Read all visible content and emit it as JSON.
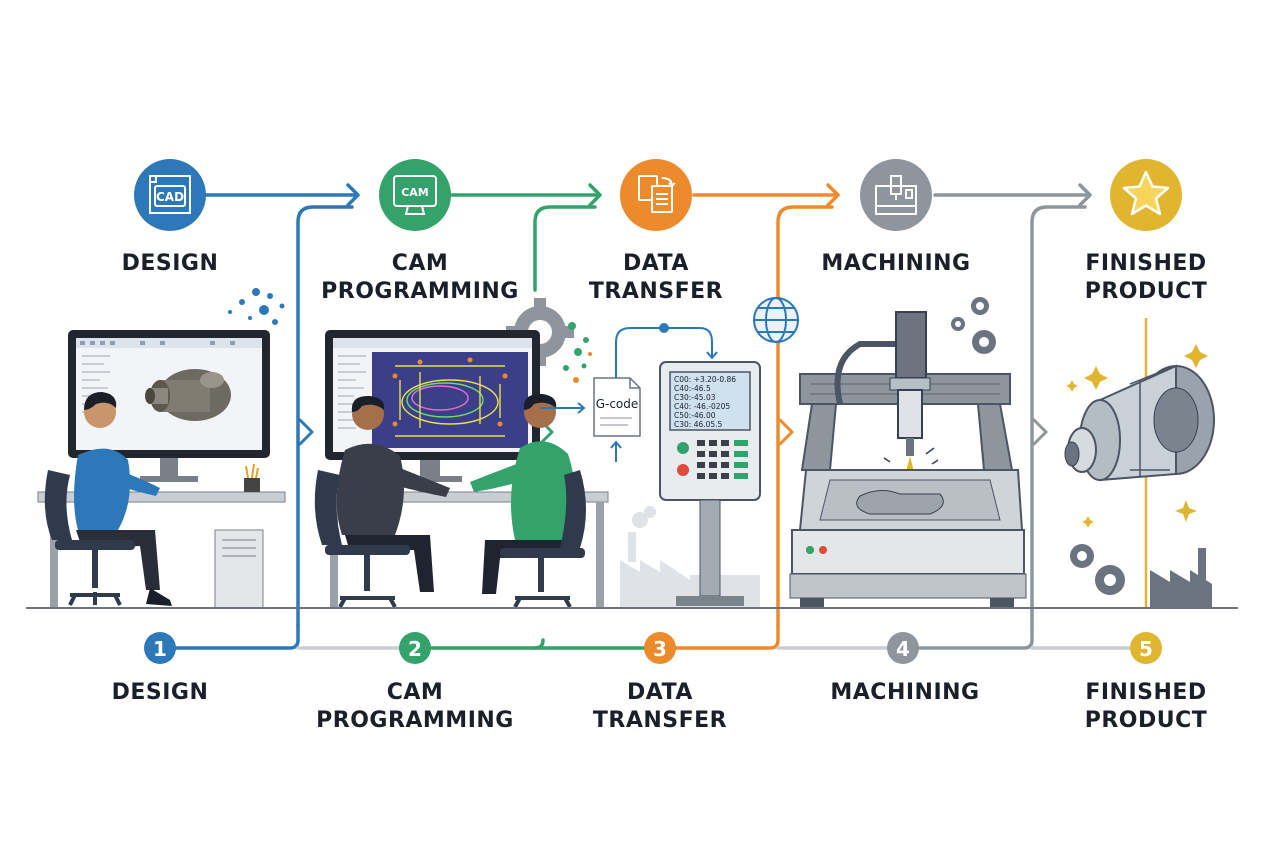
{
  "colors": {
    "design": "#2d78b8",
    "cam": "#34a36b",
    "transfer": "#ec8a2c",
    "machining": "#8e959c",
    "finished": "#e0b530",
    "dark": "#1b1f2a",
    "grey_line": "#c9ced3"
  },
  "icons": {
    "design": "cad-icon",
    "cam": "cam-monitor-icon",
    "transfer": "document-transfer-icon",
    "machining": "cnc-machine-icon",
    "finished": "star-icon"
  },
  "stages": [
    {
      "step": "1",
      "top_label": [
        "DESIGN"
      ],
      "bottom_label": [
        "DESIGN"
      ],
      "icon_text": "CAD"
    },
    {
      "step": "2",
      "top_label": [
        "CAM",
        "PROGRAMMING"
      ],
      "bottom_label": [
        "CAM",
        "PROGRAMMING"
      ],
      "icon_text": "CAM"
    },
    {
      "step": "3",
      "top_label": [
        "DATA",
        "TRANSFER"
      ],
      "bottom_label": [
        "DATA",
        "TRANSFER"
      ],
      "icon_text": ""
    },
    {
      "step": "4",
      "top_label": [
        "MACHINING"
      ],
      "bottom_label": [
        "MACHINING"
      ],
      "icon_text": ""
    },
    {
      "step": "5",
      "top_label": [
        "FINISHED",
        "PRODUCT"
      ],
      "bottom_label": [
        "FINISHED",
        "PRODUCT"
      ],
      "icon_text": ""
    }
  ],
  "gcode_label": "G-code",
  "controller_lines": [
    "C00: +3.20-0.86",
    "C40:-46.5",
    "C30:-45.03",
    "C40: -46.-0205",
    "C50:-46.00",
    "C30: 46.05.5"
  ]
}
